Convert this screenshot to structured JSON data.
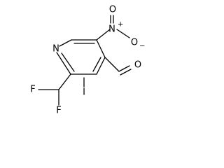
{
  "molecule": {
    "atoms": {
      "pyridine_n": "N",
      "nitro_n": "N",
      "nitro_n_charge": "+",
      "nitro_o_top": "O",
      "nitro_o_right": "O",
      "nitro_o_charge": "−",
      "aldehyde_o": "O",
      "iodine": "I",
      "fluorine_1": "F",
      "fluorine_2": "F"
    }
  }
}
